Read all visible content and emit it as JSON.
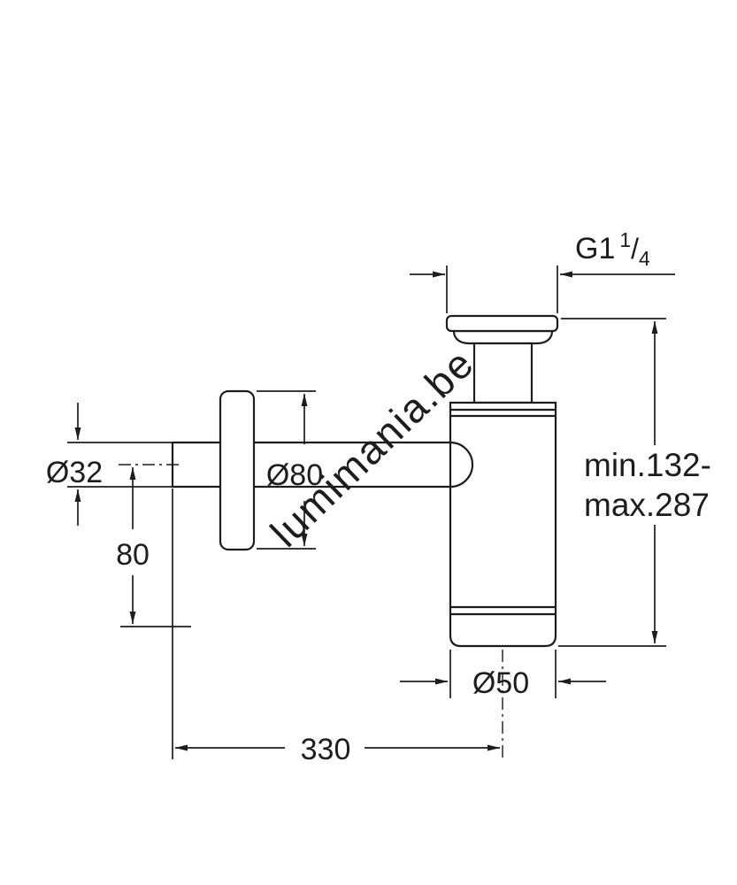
{
  "drawing": {
    "subject": "bottle-trap-siphon-dimensional-drawing",
    "line_color": "#1d1d1b",
    "background": "#ffffff",
    "watermark": {
      "text": "lumimania.be",
      "color": "#c9c9c9"
    }
  },
  "dimensions": {
    "thread": {
      "base": "G1",
      "sup": "1",
      "slash": "/",
      "sub": "4"
    },
    "inlet_diameter": "Ø32",
    "flange_diameter": "Ø80",
    "drop_height": "80",
    "height_range": {
      "line1": "min.132-",
      "line2": "max.287"
    },
    "body_diameter": "Ø50",
    "overall_width": "330"
  }
}
